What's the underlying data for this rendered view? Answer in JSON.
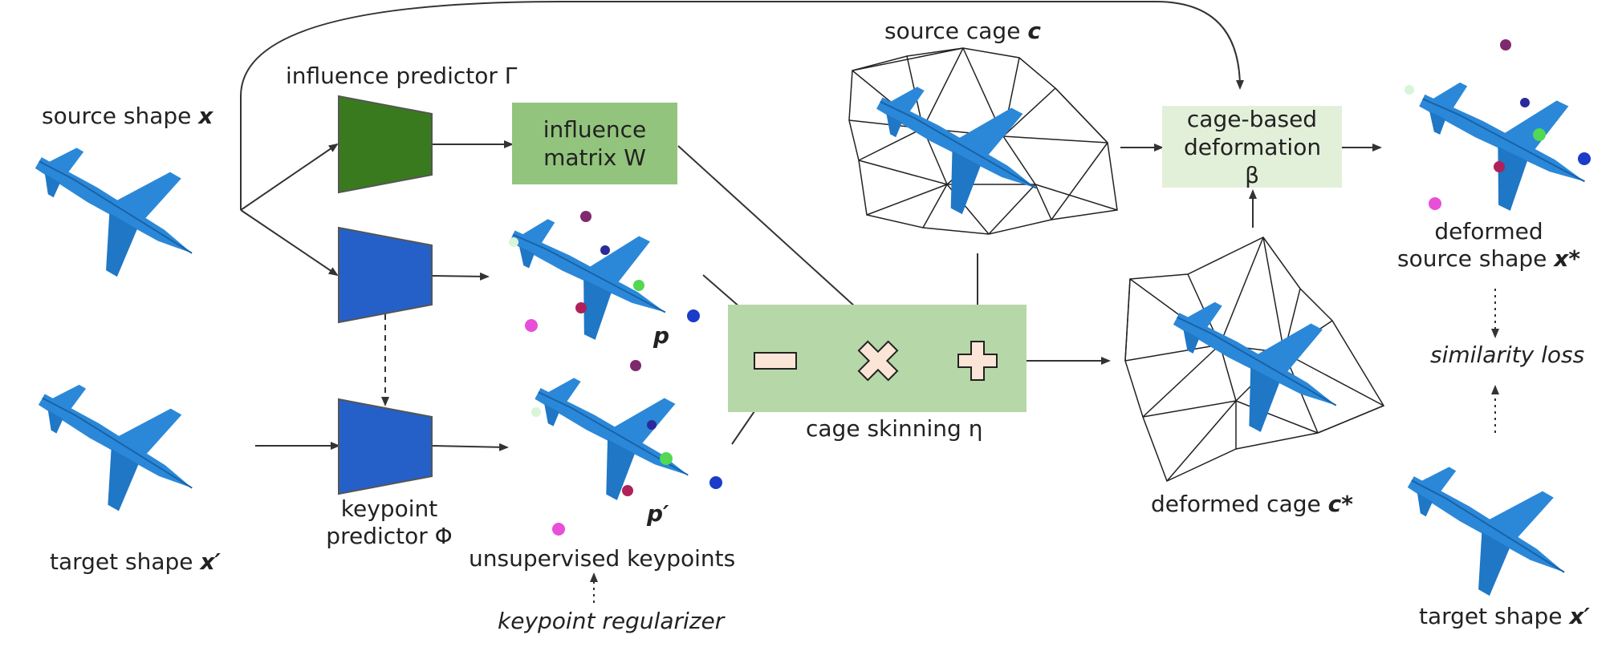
{
  "labels": {
    "source_shape": "source shape",
    "source_shape_var": "x",
    "target_shape_left": "target shape",
    "target_shape_left_var": "x′",
    "influence_predictor": "influence predictor Γ",
    "influence_matrix": "influence matrix W",
    "keypoint_predictor": "keypoint predictor Φ",
    "unsupervised_keypoints": "unsupervised keypoints",
    "keypoint_regularizer": "keypoint regularizer",
    "p": "p",
    "p_prime": "p′",
    "source_cage": "source cage",
    "source_cage_var": "c",
    "cage_skinning": "cage skinning η",
    "cage_based_deformation": "cage-based deformation β",
    "deformed_cage": "deformed cage",
    "deformed_cage_var": "c*",
    "deformed_source_shape_1": "deformed",
    "deformed_source_shape_2": "source shape",
    "deformed_source_shape_var": "x*",
    "similarity_loss": "similarity loss",
    "target_shape_right": "target shape",
    "target_shape_right_var": "x′"
  },
  "colors": {
    "plane": "#2b88d8",
    "plane_dark": "#1763a8",
    "influence_net": "#3a7a1e",
    "keypoint_net": "#2560c8",
    "influence_matrix_box": "#93c47d",
    "skinning_box": "#b6d7a8",
    "deformation_box": "#e2f0d9",
    "op_fill": "#fbe5d6",
    "keypoint_colors": [
      "#7f2a6e",
      "#2a2a9e",
      "#52d852",
      "#b0215a",
      "#e84fd8",
      "#1a3cc8",
      "#d8f5d8"
    ]
  },
  "icons": [
    "minus-op-icon",
    "multiply-op-icon",
    "plus-op-icon"
  ]
}
